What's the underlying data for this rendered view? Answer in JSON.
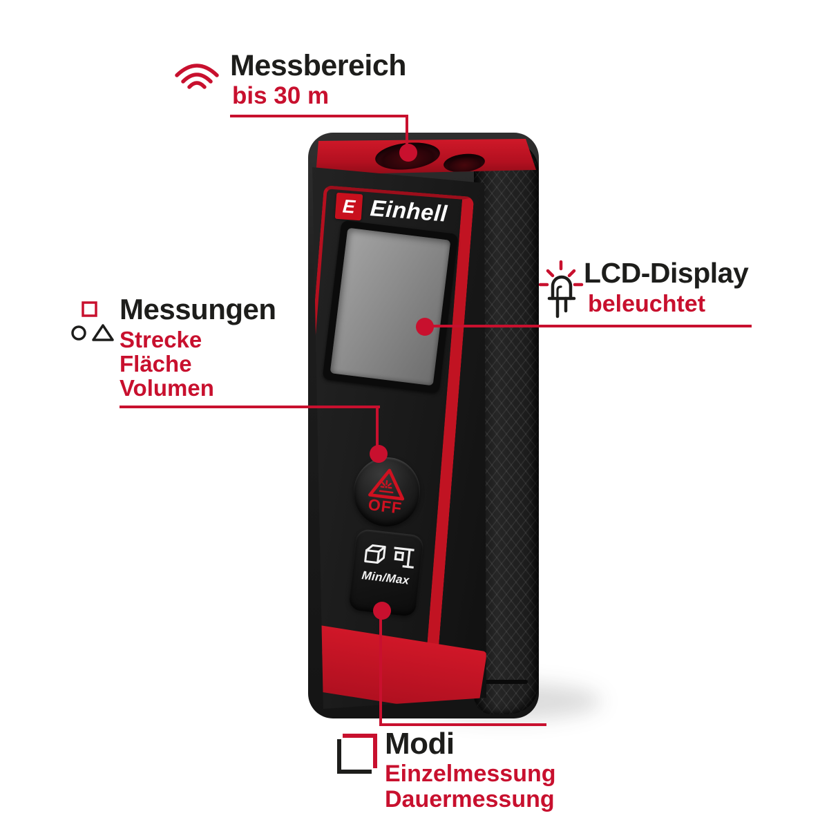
{
  "colors": {
    "accent_red": "#c8102e",
    "text_dark": "#1d1d1b",
    "device_top_red": "#b31020",
    "device_band_red": "#c01322",
    "screen_gray": "#8c8c8c",
    "background": "#ffffff"
  },
  "annotations": {
    "range": {
      "icon": "signal-waves-icon",
      "title": "Messbereich",
      "subtitle": "bis 30 m"
    },
    "measurements": {
      "icon": "shapes-icon",
      "title": "Messungen",
      "items": [
        "Strecke",
        "Fläche",
        "Volumen"
      ]
    },
    "display": {
      "icon": "led-icon",
      "title": "LCD-Display",
      "subtitle": "beleuchtet"
    },
    "modes": {
      "icon": "mode-square-icon",
      "title": "Modi",
      "items": [
        "Einzelmessung",
        "Dauermessung"
      ]
    }
  },
  "device": {
    "brand": "Einhell",
    "brand_mark": "E",
    "buttons": {
      "off": "OFF",
      "minmax": "Min/Max"
    }
  }
}
